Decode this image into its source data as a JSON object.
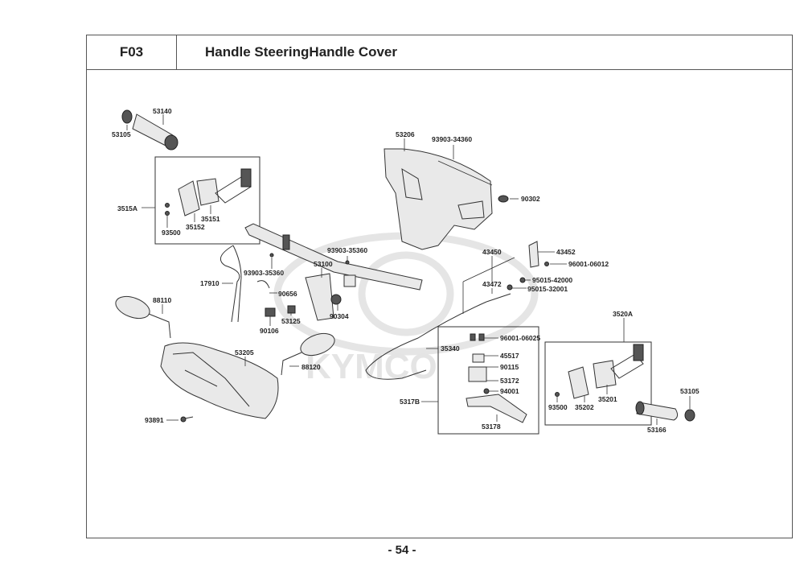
{
  "header": {
    "code": "F03",
    "title": "Handle SteeringHandle Cover"
  },
  "watermark": "KYMCO",
  "page_number": "- 54 -",
  "part_labels": [
    "53140",
    "53105",
    "3515A",
    "35151",
    "35152",
    "93500",
    "53206",
    "93903-34360",
    "90302",
    "17910",
    "93903-35360",
    "90656",
    "90106",
    "53125",
    "53100",
    "93903-35360",
    "90304",
    "43452",
    "96001-06012",
    "43450",
    "43472",
    "95015-42000",
    "95015-32001",
    "88110",
    "53205",
    "88120",
    "93891",
    "35340",
    "96001-06025",
    "45517",
    "90115",
    "53172",
    "94001",
    "5317B",
    "53178",
    "3520A",
    "35201",
    "35202",
    "93500",
    "53105",
    "53166"
  ]
}
